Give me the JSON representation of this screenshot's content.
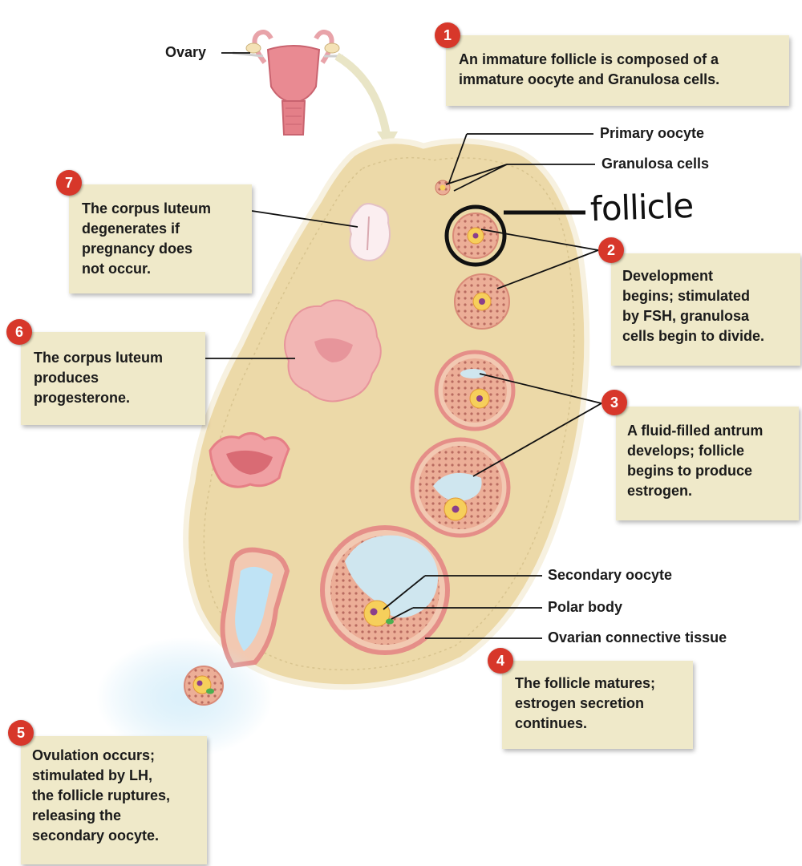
{
  "steps": [
    {
      "number": "1",
      "lines": [
        "An immature follicle is composed of a",
        "immature oocyte and Granulosa cells."
      ]
    },
    {
      "number": "2",
      "lines": [
        "Development",
        "begins; stimulated",
        "by FSH, granulosa",
        "cells begin to divide."
      ]
    },
    {
      "number": "3",
      "lines": [
        "A fluid-filled antrum",
        "develops; follicle",
        "begins to produce",
        "estrogen."
      ]
    },
    {
      "number": "4",
      "lines": [
        "The follicle matures;",
        "estrogen secretion",
        "continues."
      ]
    },
    {
      "number": "5",
      "lines": [
        "Ovulation occurs;",
        "stimulated by LH,",
        "the follicle ruptures,",
        "releasing the",
        "secondary oocyte."
      ]
    },
    {
      "number": "6",
      "lines": [
        "The corpus luteum",
        "produces",
        "progesterone."
      ]
    },
    {
      "number": "7",
      "lines": [
        "The corpus luteum",
        "degenerates if",
        "pregnancy does",
        "not occur."
      ]
    }
  ],
  "labels": {
    "ovary": "Ovary",
    "primary_oocyte": "Primary oocyte",
    "granulosa_cells": "Granulosa cells",
    "secondary_oocyte": "Secondary oocyte",
    "polar_body": "Polar body",
    "ovarian_connective_tissue": "Ovarian connective tissue"
  },
  "annotation": {
    "handwritten": "follicle"
  },
  "colors": {
    "box_fill": "#efe9c9",
    "badge": "#d7372a",
    "ovary_stroma": "#ecd9a8",
    "follicle": "#e9a58e",
    "antrum": "#cfe6ef",
    "corpus_luteum": "#f2b6b4"
  }
}
